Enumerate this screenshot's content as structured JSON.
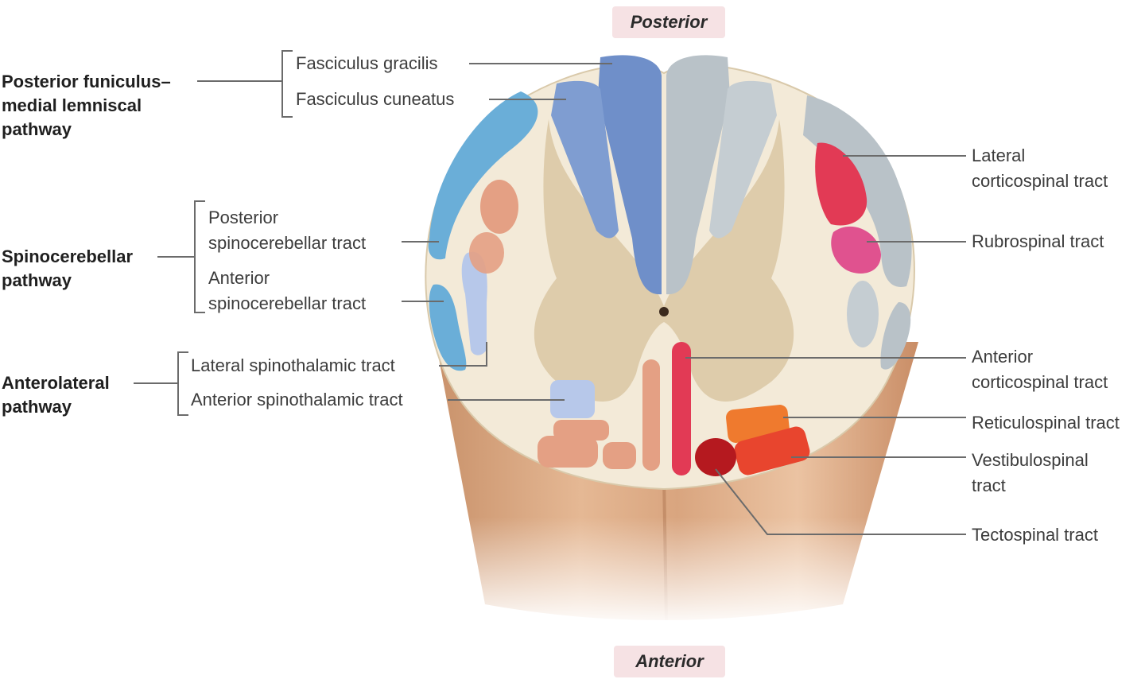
{
  "orientation": {
    "top": "Posterior",
    "bottom": "Anterior"
  },
  "groups": {
    "posterior": "Posterior funiculus–\nmedial lemniscal\npathway",
    "spinocerebellar": "Spinocerebellar\npathway",
    "anterolateral": "Anterolateral\npathway"
  },
  "left_labels": {
    "gracilis": "Fasciculus gracilis",
    "cuneatus": "Fasciculus cuneatus",
    "posterior_spinocerebellar": "Posterior\nspinocerebellar tract",
    "anterior_spinocerebellar": "Anterior\nspinocerebellar tract",
    "lateral_spinothalamic": "Lateral spinothalamic tract",
    "anterior_spinothalamic": "Anterior spinothalamic tract"
  },
  "right_labels": {
    "lateral_corticospinal": "Lateral\ncorticospinal tract",
    "rubrospinal": "Rubrospinal tract",
    "anterior_corticospinal": "Anterior\ncorticospinal tract",
    "reticulospinal": "Reticulospinal tract",
    "vestibulospinal": "Vestibulospinal\ntract",
    "tectospinal": "Tectospinal tract"
  },
  "colors": {
    "ascending_blue": "#6f8fc9",
    "lateral_blue": "#6aaed8",
    "light_blue": "#b7c8ea",
    "grey_tract": "#b9c2c8",
    "corticospinal_red": "#e23a55",
    "rubrospinal_pink": "#e0528f",
    "reticulospinal_orange": "#ef7a2e",
    "vestibulospinal_red": "#e8452e",
    "tectospinal_darkred": "#b5191f",
    "salmon": "#e4a084",
    "white_matter": "#f3ead8",
    "gray_matter": "#d9c7a3",
    "cord_tan": "#d7a27b"
  }
}
